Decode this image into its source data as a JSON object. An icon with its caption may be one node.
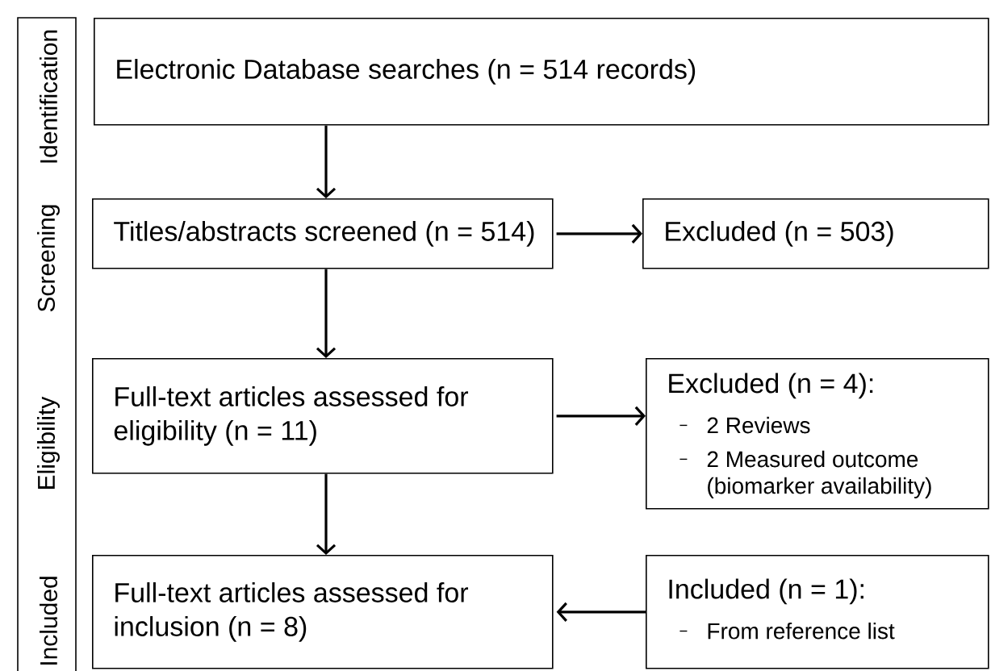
{
  "diagram": {
    "nodes": [
      {
        "text": [
          "Electronic Database searches (n = 514 records)"
        ]
      },
      {
        "text": [
          "Titles/abstracts screened (n = 514)"
        ]
      },
      {
        "text": [
          "Excluded (n = 503)"
        ]
      },
      {
        "text": [
          "Full-text articles assessed for eligibility (n = 11)"
        ]
      },
      {
        "text": [
          "Excluded (n = 4):",
          "2 Reviews",
          "2 Measured outcome (biomarker availability)"
        ]
      },
      {
        "text": [
          "Full-text articles assessed for inclusion (n = 8)"
        ]
      },
      {
        "text": [
          "Included (n = 1):",
          "From reference list"
        ]
      }
    ],
    "edges": [
      {
        "from": 0,
        "to": 1,
        "arrow": "to"
      },
      {
        "from": 1,
        "to": 2,
        "arrow": "to"
      },
      {
        "from": 1,
        "to": 3,
        "arrow": "to"
      },
      {
        "from": 3,
        "to": 4,
        "arrow": "to"
      },
      {
        "from": 3,
        "to": 5,
        "arrow": "to"
      },
      {
        "from": 6,
        "to": 5,
        "arrow": "to"
      }
    ],
    "labels": [
      "Identification",
      "Screening",
      "Eligibility",
      "Included"
    ]
  }
}
